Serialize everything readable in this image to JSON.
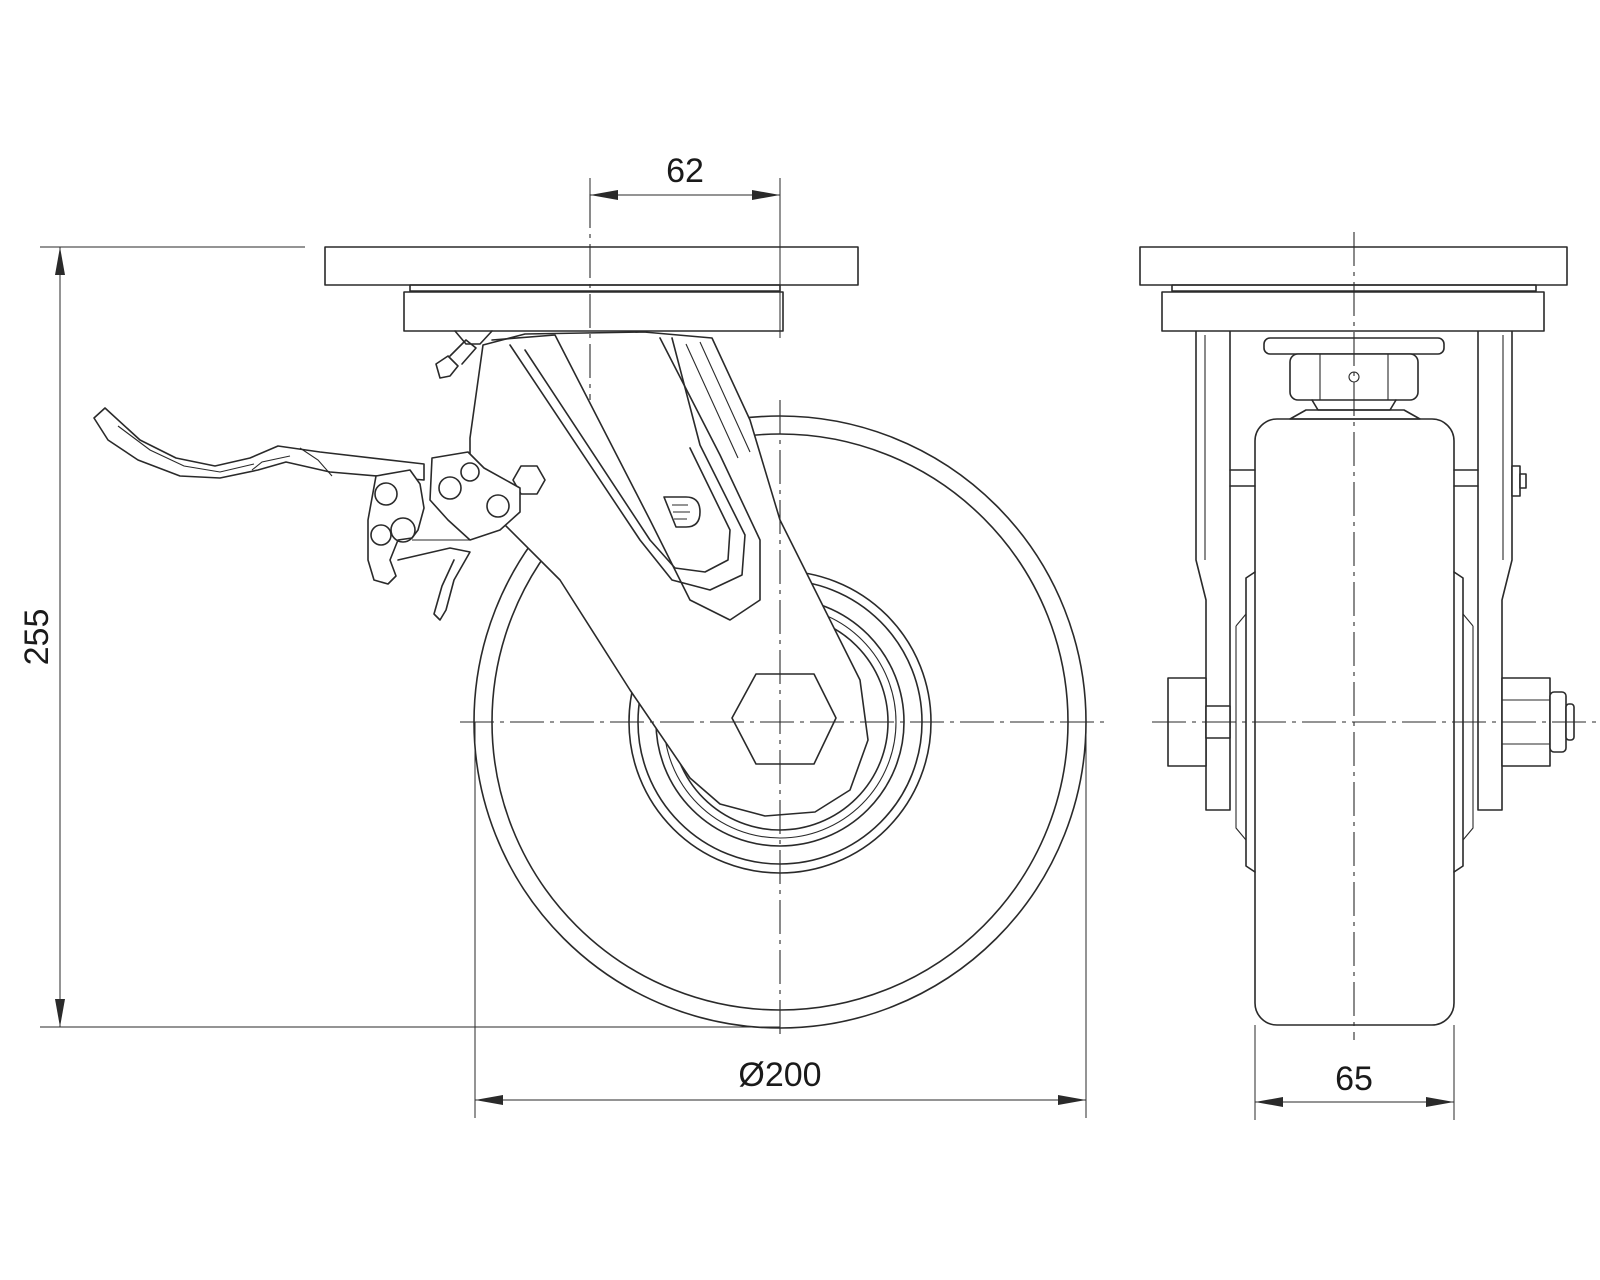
{
  "dimensions": {
    "offset": {
      "value": "62"
    },
    "height": {
      "value": "255"
    },
    "wheel_diameter": {
      "value": "Ø200"
    },
    "wheel_width": {
      "value": "65"
    }
  },
  "colors": {
    "line": "#2a2a2a",
    "background": "#ffffff"
  },
  "icons": {
    "brand_logo": "brand-logo-icon"
  }
}
